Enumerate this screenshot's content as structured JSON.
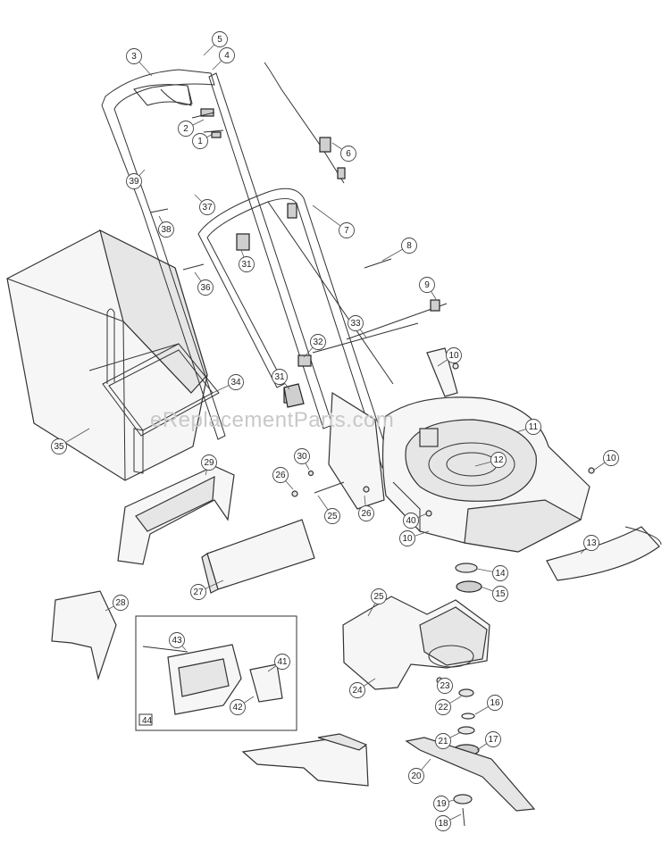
{
  "diagram": {
    "watermark": "eReplacementParts.com",
    "kit_box_label": "44",
    "callouts": [
      "1",
      "2",
      "3",
      "4",
      "5",
      "6",
      "7",
      "8",
      "9",
      "10",
      "10",
      "10",
      "11",
      "12",
      "13",
      "14",
      "15",
      "16",
      "17",
      "18",
      "19",
      "20",
      "21",
      "22",
      "23",
      "24",
      "25",
      "25",
      "26",
      "26",
      "27",
      "28",
      "29",
      "30",
      "31",
      "31",
      "32",
      "33",
      "34",
      "35",
      "36",
      "37",
      "38",
      "39",
      "40",
      "41",
      "42",
      "43"
    ]
  }
}
